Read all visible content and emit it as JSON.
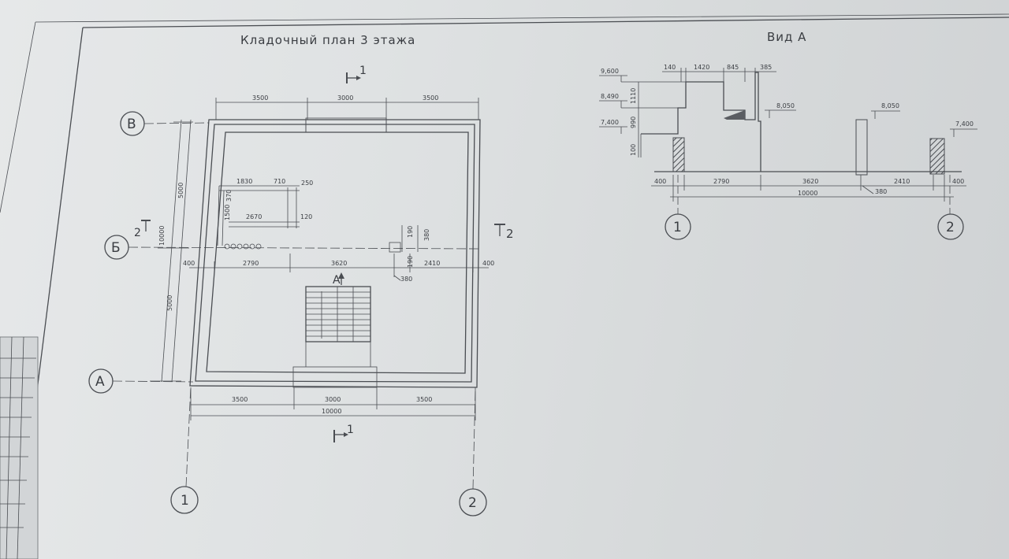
{
  "plan": {
    "title": "Кладочный план 3 этажа",
    "axes": {
      "v": "В",
      "b": "Б",
      "a": "А",
      "one": "1",
      "two": "2"
    },
    "top_dims": [
      "3500",
      "3000",
      "3500"
    ],
    "bottom_dims": [
      "3500",
      "3000",
      "3500"
    ],
    "overall": "10000",
    "left_dims": {
      "upper": "5000",
      "overall": "10000",
      "lower": "5000"
    },
    "mid_dims": [
      "400",
      "2790",
      "3620",
      "2410",
      "400"
    ],
    "mid_extra": "380",
    "inner_dims": {
      "d1830": "1830",
      "d710": "710",
      "d250": "250",
      "d2670": "2670",
      "d120": "120",
      "d370": "370",
      "d1500": "1500"
    },
    "small_dims": {
      "d190a": "190",
      "d380": "380",
      "d190b": "190"
    },
    "section_marks": {
      "top": "1",
      "bottom": "1",
      "left": "2",
      "right": "2"
    },
    "view_mark": "А"
  },
  "view": {
    "title": "Вид А",
    "levels": [
      "9,600",
      "8,490",
      "7,400",
      "8,050",
      "8,050",
      "7,400"
    ],
    "top_dims": [
      "140",
      "1420",
      "845",
      "385"
    ],
    "vert_dims": [
      "1110",
      "990",
      "100"
    ],
    "bottom_dims": [
      "400",
      "2790",
      "3620",
      "2410",
      "400"
    ],
    "extra": "380",
    "overall": "10000",
    "axes": {
      "one": "1",
      "two": "2"
    }
  }
}
